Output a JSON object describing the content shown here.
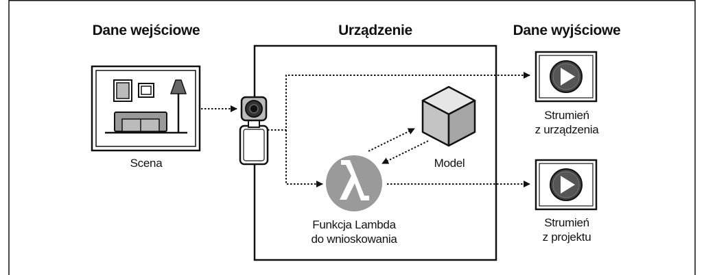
{
  "headers": {
    "input": "Dane wejściowe",
    "device": "Urządzenie",
    "output": "Dane wyjściowe"
  },
  "labels": {
    "scene": "Scena",
    "model": "Model",
    "lambda_line1": "Funkcja Lambda",
    "lambda_line2": "do wnioskowania",
    "stream_device_line1": "Strumień",
    "stream_device_line2": "z urządzenia",
    "stream_project_line1": "Strumień",
    "stream_project_line2": "z projektu"
  },
  "icons": {
    "scene": "living-room-icon",
    "camera": "camera-icon",
    "model": "cube-icon",
    "lambda": "lambda-icon",
    "play": "play-icon"
  },
  "colors": {
    "stroke": "#111111",
    "icon_gray": "#9a9a9a",
    "light_gray": "#d6d6d6",
    "play_dark": "#444444"
  }
}
